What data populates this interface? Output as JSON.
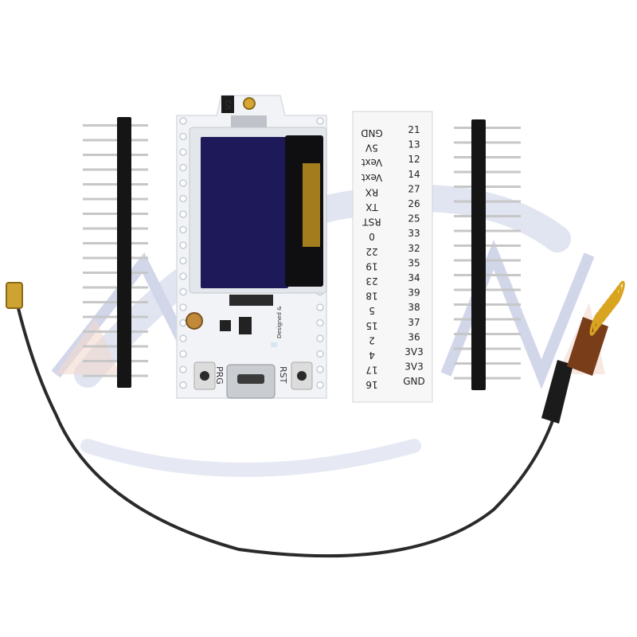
{
  "board": {
    "version_label": "V2",
    "prg_label": "PRG",
    "rst_label": "RST",
    "designer_label": "Designed &"
  },
  "pinout": {
    "left_column": [
      "GND",
      "5V",
      "Vext",
      "Vext",
      "RX",
      "TX",
      "RST",
      "0",
      "22",
      "19",
      "23",
      "18",
      "5",
      "15",
      "2",
      "4",
      "17",
      "16"
    ],
    "right_column": [
      "21",
      "13",
      "12",
      "14",
      "27",
      "26",
      "25",
      "33",
      "32",
      "35",
      "34",
      "39",
      "38",
      "37",
      "36",
      "3V3",
      "3V3",
      "GND"
    ]
  },
  "header_pins_count": 18,
  "colors": {
    "pcb": "#f1f3f6",
    "oled_glass": "#1e1a5a",
    "header_plastic": "#151515",
    "pin_metal": "#c7c7c7",
    "watermark": "#c9cfe6",
    "cable": "#2a2a2a",
    "antenna_coil": "#d9a521"
  }
}
